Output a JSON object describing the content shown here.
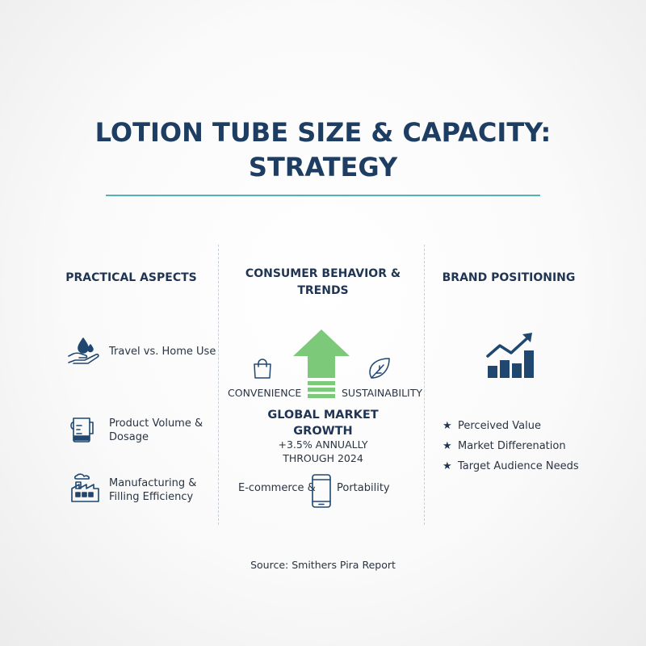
{
  "title": {
    "line1": "LOTION TUBE SIZE & CAPACITY:",
    "line2": "STRATEGY"
  },
  "columns": {
    "practical": {
      "heading": "PRACTICAL ASPECTS",
      "items": [
        {
          "line1": "Travel vs. Home Use",
          "line2": "",
          "icon": "hand-droplet-icon"
        },
        {
          "line1": "Product Volume &",
          "line2": "Dosage",
          "icon": "measuring-cup-icon"
        },
        {
          "line1": "Manufacturing &",
          "line2": "Filling Efficiency",
          "icon": "factory-icon"
        }
      ]
    },
    "consumer": {
      "heading_line1": "CONSUMER BEHAVIOR &",
      "heading_line2": "TRENDS",
      "convenience": "CONVENIENCE",
      "sustainability": "SUSTAINABILITY",
      "growth_title_line1": "GLOBAL MARKET",
      "growth_title_line2": "GROWTH",
      "growth_sub_line1": "+3.5% ANNUALLY",
      "growth_sub_line2": "THROUGH 2024",
      "ecommerce": "E-commerce &",
      "portability": "Portability",
      "arrow_color": "#7cc97a"
    },
    "brand": {
      "heading": "BRAND POSITIONING",
      "items": [
        "Perceived Value",
        "Market Differenation",
        "Target Audience Needs"
      ]
    }
  },
  "source": "Source: Smithers Pira Report",
  "colors": {
    "navy": "#1d3d62",
    "teal_rule": "#4fb4b2",
    "green_arrow": "#7cc97a"
  }
}
